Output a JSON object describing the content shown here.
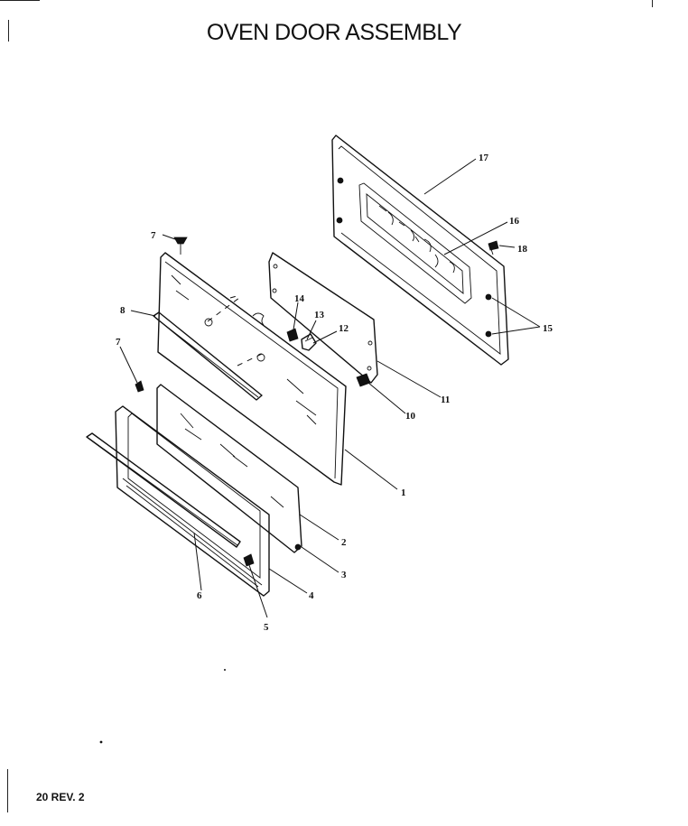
{
  "title": "OVEN DOOR ASSEMBLY",
  "footer": "20 REV. 2",
  "callouts": {
    "c1": "1",
    "c2": "2",
    "c3": "3",
    "c4": "4",
    "c5": "5",
    "c6": "6",
    "c7a": "7",
    "c7b": "7",
    "c8": "8",
    "c10": "10",
    "c11": "11",
    "c12": "12",
    "c13": "13",
    "c14": "14",
    "c15": "15",
    "c16": "16",
    "c17": "17",
    "c18": "18"
  }
}
